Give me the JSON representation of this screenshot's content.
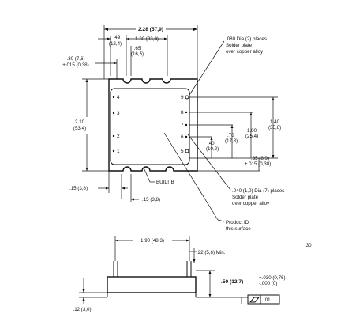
{
  "top_view": {
    "overall_width": "2.28 (57,9)",
    "pin_pitch_a": ".49",
    "pin_pitch_a_mm": "(12,4)",
    "pin_span": "1.30 (33,0)",
    "pin_offset": ".65",
    "pin_offset_mm": "(16,5)",
    "left_offset": ".30 (7,6)",
    "left_offset_tol": "±.015 (0,38)",
    "overall_height": "2.10",
    "overall_height_mm": "(53,4)",
    "right_dim_1": "1.40",
    "right_dim_1_mm": "(35,6)",
    "right_dim_2": "1.00",
    "right_dim_2_mm": "(25,4)",
    "right_dim_3": ".70",
    "right_dim_3_mm": "(17,8)",
    "right_dim_4": ".40",
    "right_dim_4_mm": "(10,2)",
    "right_dim_5": ".35 (8,9)",
    "right_dim_5_tol": "±.015 (0,38)",
    "bottom_left": ".15 (3,8)",
    "bottom_pin": ".15 (3,8)",
    "callout_top_line1": ".080 Dia (2) places",
    "callout_top_line2": "Solder plate",
    "callout_top_line3": "over copper alloy",
    "callout_bottom_line1": ".040 (1,0) Dia (7) places",
    "callout_bottom_line2": "Solder plate",
    "callout_bottom_line3": "over copper alloy",
    "product_id_line1": "Product ID",
    "product_id_line2": "this surface",
    "label_built": "BUILT B",
    "pins_left": [
      "4",
      "3",
      "2",
      "1"
    ],
    "pins_right": [
      "9",
      "8",
      "7",
      "6",
      "5"
    ]
  },
  "side_view": {
    "width": "1.90 (48,3)",
    "pin_height": ".22 (5,6) Min.",
    "body_height": ".50 (12,7)",
    "tol_plus": "+.030 (0,76)",
    "tol_minus": "-.000 (0)",
    "flatness_value": ".01",
    "standoff": ".12 (3,0)",
    "edge_mark": ".30"
  },
  "icons": {
    "flatness": "flatness-symbol-icon"
  }
}
